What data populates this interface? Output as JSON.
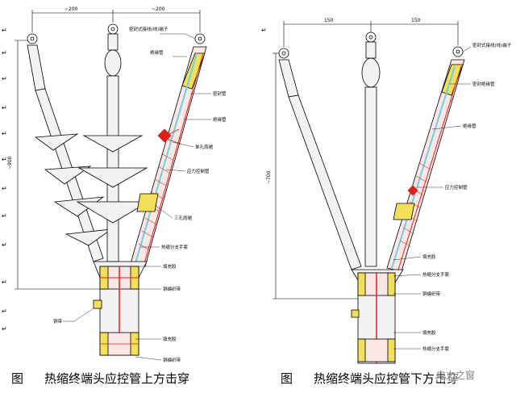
{
  "left": {
    "dim_label_1": "~200",
    "dim_label_2": "~200",
    "height_label": "~900",
    "labels": [
      "密封式接线(线)端子",
      "绝缘管",
      "密封管",
      "绝缘管",
      "单孔雨裙",
      "应力控制管",
      "三孔雨裙",
      "热缩分支手套",
      "填充胶",
      "铜编织带",
      "铜带",
      "填充胶",
      "铜编织带"
    ],
    "caption_fig": "图",
    "caption_text": "热缩终端头应控管上方击穿"
  },
  "right": {
    "dim_label_1": "150",
    "dim_label_2": "150",
    "height_label": "~700",
    "labels": [
      "密封式接线(线)端子",
      "密封绝缘管",
      "绝缘管",
      "应力控制管",
      "填充胶",
      "热缩分支手套",
      "铜编织带",
      "填充胶",
      "热缩分支手套"
    ],
    "caption_fig": "图",
    "caption_text": "热缩终端头应控管下方击穿"
  },
  "watermark": "电力之窗",
  "colors": {
    "insulator": "#f2f2f2",
    "stroke": "#000000",
    "red": "#e0201a",
    "yellow": "#f2e05a",
    "cyan": "#6ecfe0",
    "crossing": "#c8402a"
  },
  "arrow_glyphs": [
    "↵"
  ]
}
